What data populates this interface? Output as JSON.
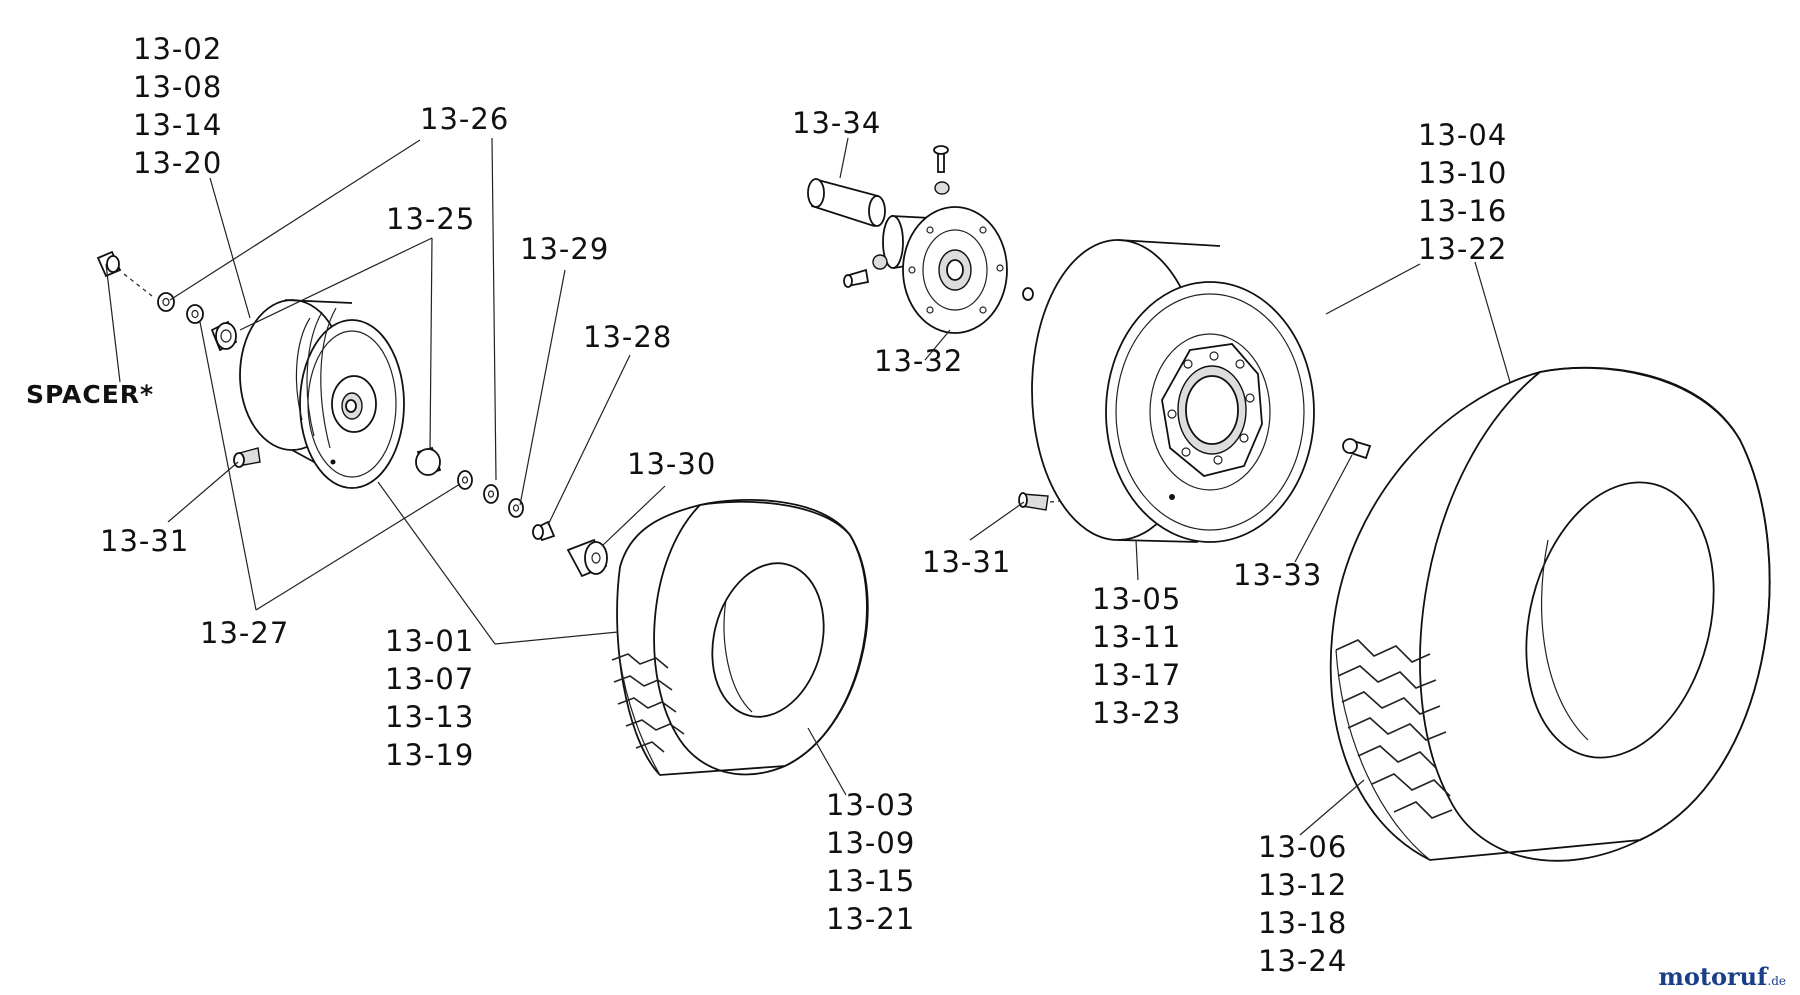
{
  "labels": {
    "rim_front_codes": [
      "13-02",
      "13-08",
      "13-14",
      "13-20"
    ],
    "washer_top": "13-26",
    "bearing": "13-25",
    "washer_mid": "13-29",
    "bolt_front": "13-28",
    "cap_front": "13-30",
    "spacer": "SPACER*",
    "valve_front": "13-31",
    "bushing": "13-27",
    "wheel_front_codes": [
      "13-01",
      "13-07",
      "13-13",
      "13-19"
    ],
    "tire_front_codes": [
      "13-03",
      "13-09",
      "13-15",
      "13-21"
    ],
    "hub_sleeve": "13-34",
    "hub": "13-32",
    "valve_rear": "13-31",
    "bolt_rear": "13-33",
    "rim_rear_codes": [
      "13-05",
      "13-11",
      "13-17",
      "13-23"
    ],
    "rim_rear_top_codes": [
      "13-04",
      "13-10",
      "13-16",
      "13-22"
    ],
    "tire_rear_codes": [
      "13-06",
      "13-12",
      "13-18",
      "13-24"
    ]
  },
  "watermark": {
    "brand": "motoruf",
    "suffix": ".de"
  },
  "colors": {
    "ink": "#111111",
    "watermark": "#1a3f88"
  }
}
